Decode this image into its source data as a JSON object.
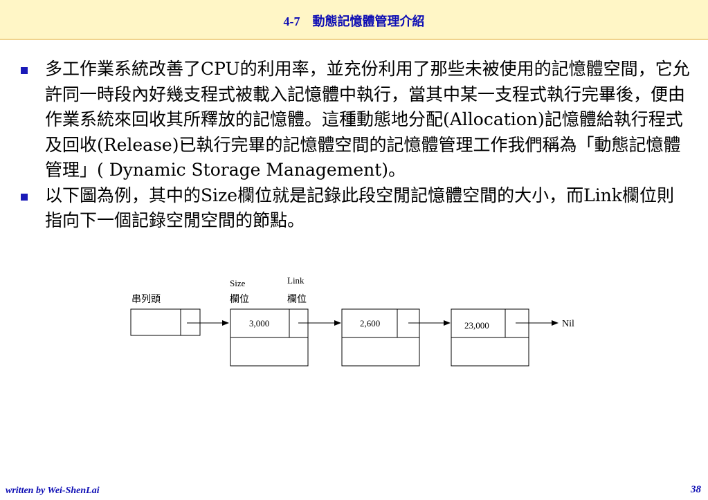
{
  "header": {
    "title": "4-7　動態記憶體管理介紹"
  },
  "bullets": [
    "多工作業系統改善了CPU的利用率，並充份利用了那些未被使用的記憶體空間，它允許同一時段內好幾支程式被載入記憶體中執行，當其中某一支程式執行完畢後，便由作業系統來回收其所釋放的記憶體。這種動態地分配(Allocation)記憶體給執行程式及回收(Release)已執行完畢的記憶體空間的記憶體管理工作我們稱為「動態記憶體管理」( Dynamic Storage Management)。",
    "以下圖為例，其中的Size欄位就是記錄此段空閒記憶體空間的大小，而Link欄位則指向下一個記錄空閒空間的節點。"
  ],
  "diagram": {
    "list_head_label": "串列頭",
    "size_label_line1": "Size",
    "size_label_line2": "欄位",
    "link_label_line1": "Link",
    "link_label_line2": "欄位",
    "nodes": [
      "3,000",
      "2,600",
      "23,000"
    ],
    "nil_label": "Nil"
  },
  "footer": {
    "author": "written by Wei-ShenLai",
    "page_number": "38"
  },
  "colors": {
    "title": "#0d0db4",
    "title_bar": "#fff6c6",
    "bullet": "#1a1ab8"
  }
}
